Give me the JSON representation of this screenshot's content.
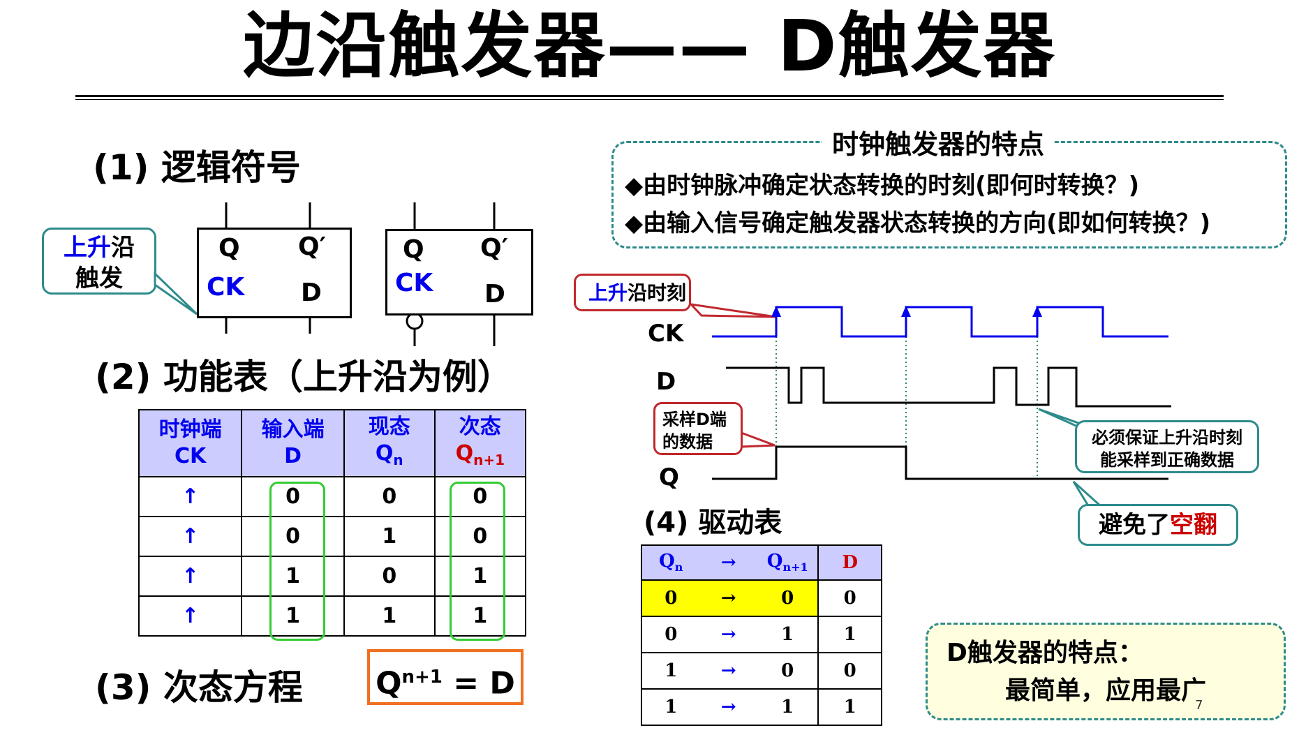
{
  "title": "边沿触发器—— D触发器",
  "sections": {
    "logic_symbol": "(1) 逻辑符号",
    "function_table": "(2) 功能表（上升沿为例）",
    "next_state_eq": "(3) 次态方程",
    "drive_table": "(4) 驱动表"
  },
  "callout_rising": {
    "blue": "上升",
    "black": "沿",
    "line2": "触发"
  },
  "ff_labels": {
    "q": "Q",
    "qbar": "Q′",
    "ck": "CK",
    "d": "D"
  },
  "function_table": {
    "headers": [
      {
        "line1": "时钟端",
        "line2": "CK",
        "sub": ""
      },
      {
        "line1": "输入端",
        "line2": "D",
        "sub": ""
      },
      {
        "line1": "现态",
        "line2": "Q",
        "sub": "n"
      },
      {
        "line1": "次态",
        "line2": "Q",
        "sub": "n+1"
      }
    ],
    "rows": [
      {
        "ck": "↑",
        "d": "0",
        "qn": "0",
        "qn1": "0"
      },
      {
        "ck": "↑",
        "d": "0",
        "qn": "1",
        "qn1": "0"
      },
      {
        "ck": "↑",
        "d": "1",
        "qn": "0",
        "qn1": "1"
      },
      {
        "ck": "↑",
        "d": "1",
        "qn": "1",
        "qn1": "1"
      }
    ]
  },
  "equation": {
    "q": "Q",
    "sup": "n+1",
    "rest": " = D"
  },
  "clock_features": {
    "title": "时钟触发器的特点",
    "items": [
      "◆由时钟脉冲确定状态转换的时刻(即何时转换？)",
      "◆由输入信号确定触发器状态转换的方向(即如何转换？)"
    ]
  },
  "timing": {
    "rising_callout": {
      "blue": "上升",
      "black": "沿时刻"
    },
    "signals": [
      "CK",
      "D",
      "Q"
    ],
    "sample_callout": [
      "采样D端",
      "的数据"
    ],
    "must_callout": [
      "必须保证上升沿时刻",
      "能采样到正确数据"
    ],
    "avoid_callout": {
      "black": "避免了",
      "red": "空翻"
    },
    "colors": {
      "clock": "#0000ee",
      "marker": "#2e8b57"
    }
  },
  "drive_table": {
    "headers": {
      "qn": "Q",
      "qn_sub": "n",
      "arrow": "→",
      "qn1": "Q",
      "qn1_sub": "n+1",
      "d": "D"
    },
    "rows": [
      {
        "qn": "0",
        "arrow": "→",
        "qn1": "0",
        "d": "0",
        "highlight": true
      },
      {
        "qn": "0",
        "arrow": "→",
        "qn1": "1",
        "d": "1",
        "highlight": false
      },
      {
        "qn": "1",
        "arrow": "→",
        "qn1": "0",
        "d": "0",
        "highlight": false
      },
      {
        "qn": "1",
        "arrow": "→",
        "qn1": "1",
        "d": "1",
        "highlight": false
      }
    ]
  },
  "d_features": {
    "line1": "D触发器的特点：",
    "line2": "最简单，应用最广"
  },
  "page_number": "7"
}
